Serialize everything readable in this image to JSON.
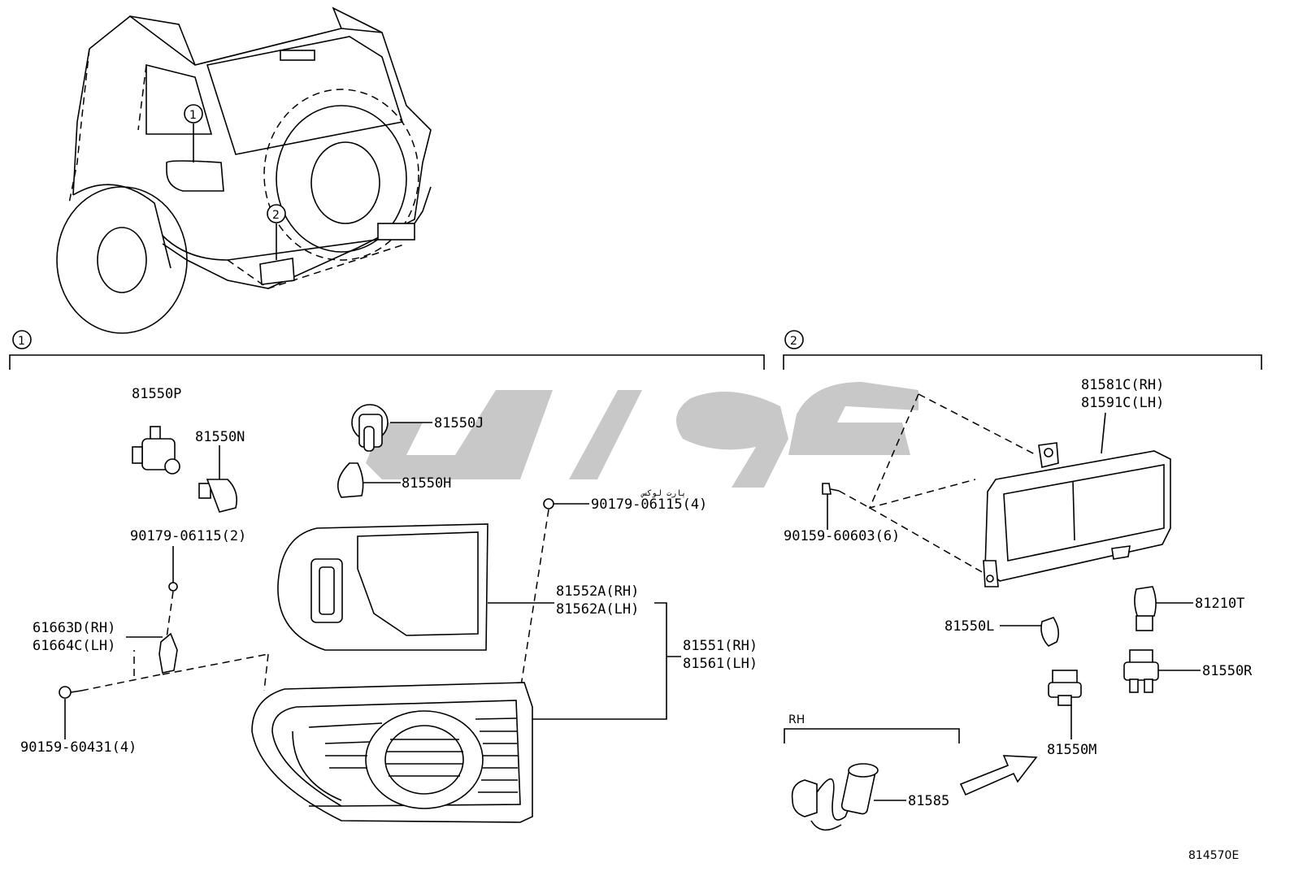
{
  "watermark": {
    "text": "پارت لوکس",
    "color": "#c8c8c8"
  },
  "section_markers": [
    "1",
    "2"
  ],
  "vehicle_callouts": [
    "1",
    "2"
  ],
  "labels": {
    "p81550P": "81550P",
    "p81550N": "81550N",
    "p81550J": "81550J",
    "p81550H": "81550H",
    "p90179_06115_4": "90179-06115(4)",
    "p90179_06115_2": "90179-06115(2)",
    "p81552A": "81552A(RH)",
    "p81562A": "81562A(LH)",
    "p81551": "81551(RH)",
    "p81561": "81561(LH)",
    "p61663D": "61663D(RH)",
    "p61664C": "61664C(LH)",
    "p90159_60431": "90159-60431(4)",
    "p81581C": "81581C(RH)",
    "p81591C": "81591C(LH)",
    "p90159_60603": "90159-60603(6)",
    "p81210T": "81210T",
    "p81550L": "81550L",
    "p81550R": "81550R",
    "p81550M": "81550M",
    "p81585": "81585",
    "rh": "RH",
    "diagram_id": "814570E"
  }
}
